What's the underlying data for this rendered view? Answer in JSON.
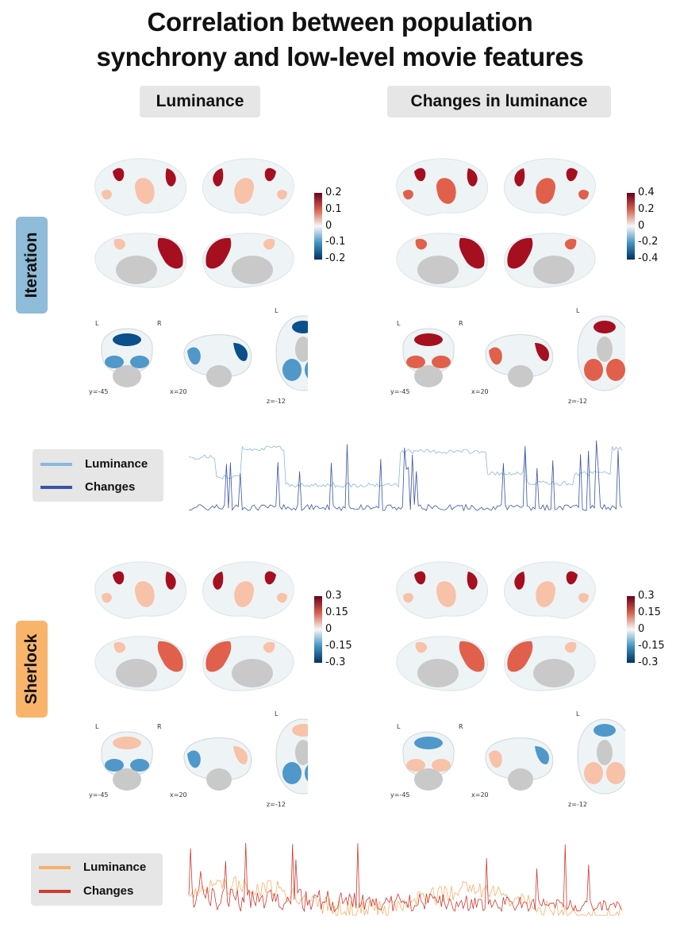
{
  "title_line1": "Correlation between population",
  "title_line2": "synchrony and low-level movie features",
  "columns": [
    "Luminance",
    "Changes in luminance"
  ],
  "rows": [
    {
      "label": "Iteration",
      "color": "#8fbcd8"
    },
    {
      "label": "Sherlock",
      "color": "#f9b46b"
    }
  ],
  "colorbars": {
    "iteration_luminance": [
      "0.2",
      "0.1",
      "0",
      "-0.1",
      "-0.2"
    ],
    "iteration_changes": [
      "0.4",
      "0.2",
      "0",
      "-0.2",
      "-0.4"
    ],
    "sherlock_luminance": [
      "0.3",
      "0.15",
      "0",
      "-0.15",
      "-0.3"
    ],
    "sherlock_changes": [
      "0.3",
      "0.15",
      "0",
      "-0.15",
      "-0.3"
    ]
  },
  "slice_labels": {
    "L": "L",
    "R": "R",
    "y": "y=-45",
    "x": "x=20",
    "z": "z=-12"
  },
  "legends": {
    "iteration": [
      {
        "label": "Luminance",
        "color": "#8ab9dc"
      },
      {
        "label": "Changes",
        "color": "#3a55a6"
      }
    ],
    "sherlock": [
      {
        "label": "Luminance",
        "color": "#f6b16d"
      },
      {
        "label": "Changes",
        "color": "#d03a30"
      }
    ]
  },
  "colors": {
    "brain_base": "#eef3f6",
    "red_dark": "#a50f1f",
    "red_mid": "#e0604b",
    "red_light": "#f7c2a8",
    "blue_dark": "#0b4f8c",
    "blue_mid": "#4f98c9",
    "subcortex": "#c9c9c9"
  }
}
